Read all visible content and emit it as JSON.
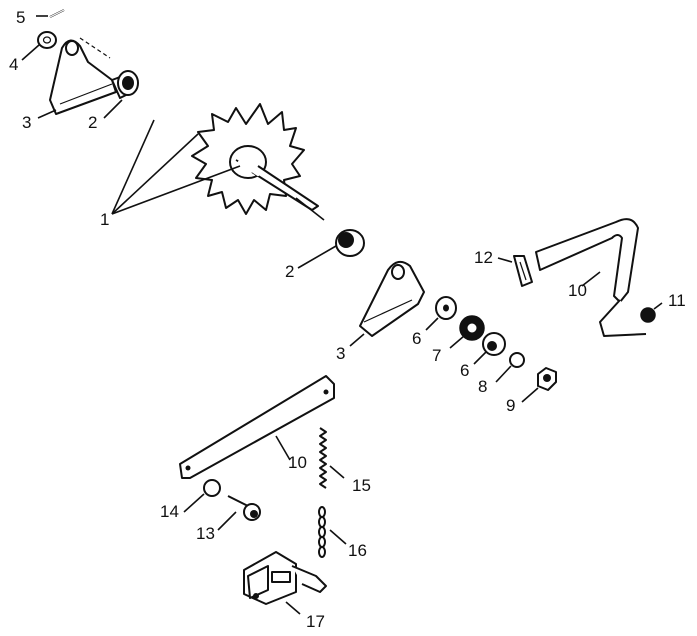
{
  "callouts": {
    "c1": "1",
    "c2a": "2",
    "c2b": "2",
    "c3a": "3",
    "c3b": "3",
    "c4": "4",
    "c5": "5",
    "c6a": "6",
    "c6b": "6",
    "c7": "7",
    "c8": "8",
    "c9": "9",
    "c10a": "10",
    "c10b": "10",
    "c11": "11",
    "c12": "12",
    "c13": "13",
    "c14": "14",
    "c15": "15",
    "c16": "16",
    "c17": "17"
  }
}
